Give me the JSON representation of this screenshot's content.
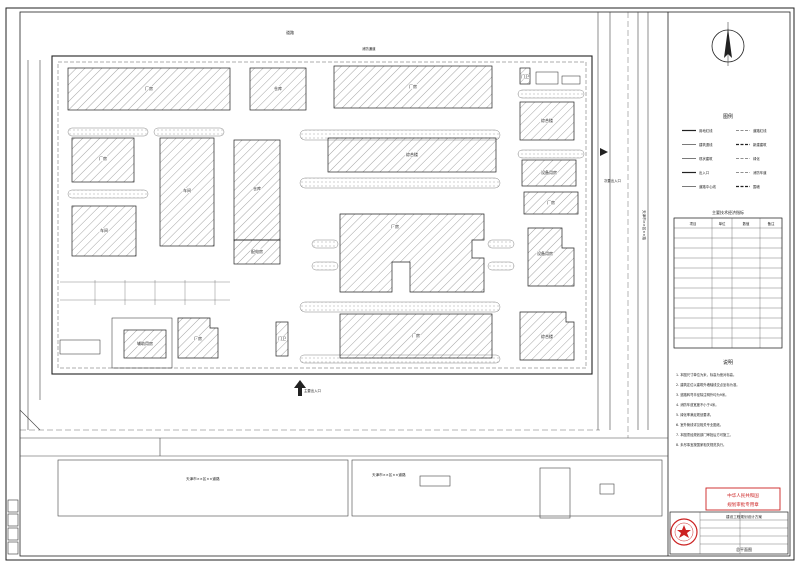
{
  "colors": {
    "line": "#2a2a2a",
    "hatch": "#555555",
    "stamp": "#cc2222",
    "paper": "#ffffff"
  },
  "icons": {
    "north": "north-arrow-icon",
    "entrance": "entrance-arrow-icon",
    "stamp": "approval-stamp-icon"
  },
  "buildings": [
    {
      "id": "b1",
      "label": "厂房"
    },
    {
      "id": "b2",
      "label": "仓库"
    },
    {
      "id": "b3",
      "label": "厂房"
    },
    {
      "id": "b4",
      "label": "门卫"
    },
    {
      "id": "b5",
      "label": "综合楼"
    },
    {
      "id": "b6",
      "label": "厂房"
    },
    {
      "id": "b7",
      "label": "车间"
    },
    {
      "id": "b8",
      "label": "车间"
    },
    {
      "id": "b9",
      "label": "仓库"
    },
    {
      "id": "b10",
      "label": "配电房"
    },
    {
      "id": "b11",
      "label": "综合楼"
    },
    {
      "id": "b12",
      "label": "设备用房"
    },
    {
      "id": "b13",
      "label": "厂房"
    },
    {
      "id": "b14",
      "label": "厂房"
    },
    {
      "id": "b15",
      "label": "设备用房"
    },
    {
      "id": "b16",
      "label": "厂房"
    },
    {
      "id": "b17",
      "label": "综合楼"
    },
    {
      "id": "b18",
      "label": "门卫"
    },
    {
      "id": "b19",
      "label": "厂房"
    },
    {
      "id": "b20",
      "label": "辅助用房"
    }
  ],
  "road_labels": {
    "north_road": "道路",
    "south_road_left": "天津市××区××道路",
    "south_road_right": "天津市××区××道路",
    "east_road": "天津市××区××路",
    "main_entrance": "主要出入口",
    "secondary_entrance": "次要出入口",
    "fire_lane": "消防通道"
  },
  "legend": {
    "title": "图例",
    "items": [
      "用地红线",
      "道路红线",
      "建筑退线",
      "新建建筑",
      "现状建筑",
      "绿化",
      "出入口",
      "消防车道",
      "道路中心线",
      "围墙"
    ]
  },
  "table": {
    "title": "主要技术经济指标",
    "headers": [
      "项目",
      "单位",
      "数值",
      "备注"
    ]
  },
  "notes": {
    "title": "说明",
    "lines": [
      "1. 本图尺寸单位为米，标高为绝对标高。",
      "2. 建筑定位以建筑外墙轴线交点坐标为准。",
      "3. 道路转弯半径除注明外均为9米。",
      "4. 消防车道宽度不小于4米。",
      "5. 绿化率满足规划要求。",
      "6. 室外管线详见相关专业图纸。",
      "7. 本图须经规划部门审批后方可施工。",
      "8. 未尽事宜按国家相关规范执行。"
    ]
  },
  "stamp": {
    "title": "中华人民共和国",
    "subtitle": "规划审批专用章"
  },
  "title_block": {
    "project": "建设工程规划设计方案",
    "drawing": "总平面图"
  }
}
